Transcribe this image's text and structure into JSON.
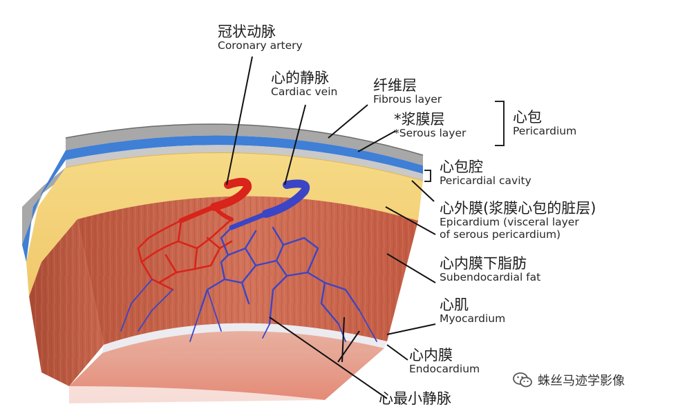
{
  "labels": {
    "coronary_artery": {
      "zh": "冠状动脉",
      "en": "Coronary artery"
    },
    "cardiac_vein": {
      "zh": "心的静脉",
      "en": "Cardiac vein"
    },
    "fibrous_layer": {
      "zh": "纤维层",
      "en": "Fibrous layer"
    },
    "serous_layer": {
      "zh": "*浆膜层",
      "en": "*Serous layer"
    },
    "pericardium": {
      "zh": "心包",
      "en": "Pericardium"
    },
    "pericardial_cavity": {
      "zh": "心包腔",
      "en": "Pericardial cavity"
    },
    "epicardium": {
      "zh": "心外膜(浆膜心包的脏层)",
      "en1": "Epicardium (visceral layer",
      "en2": "of serous pericardium)"
    },
    "subendocardial_fat": {
      "zh": "心内膜下脂肪",
      "en": "Subendocardial fat"
    },
    "myocardium": {
      "zh": "心肌",
      "en": "Myocardium"
    },
    "endocardium": {
      "zh": "心内膜",
      "en": "Endocardium"
    },
    "smallest_cardiac_veins": {
      "zh": "心最小静脉"
    }
  },
  "watermark": {
    "text": "蛛丝马迹学影像",
    "icon": "wechat-icon"
  },
  "colors": {
    "fibrous": "#a9a9a9",
    "serous": "#3f7fd6",
    "fat": "#f2d37c",
    "myocardium": "#c9644a",
    "endocardium": "#e6e3e8",
    "artery": "#e0261b",
    "vein": "#3a46c8"
  }
}
